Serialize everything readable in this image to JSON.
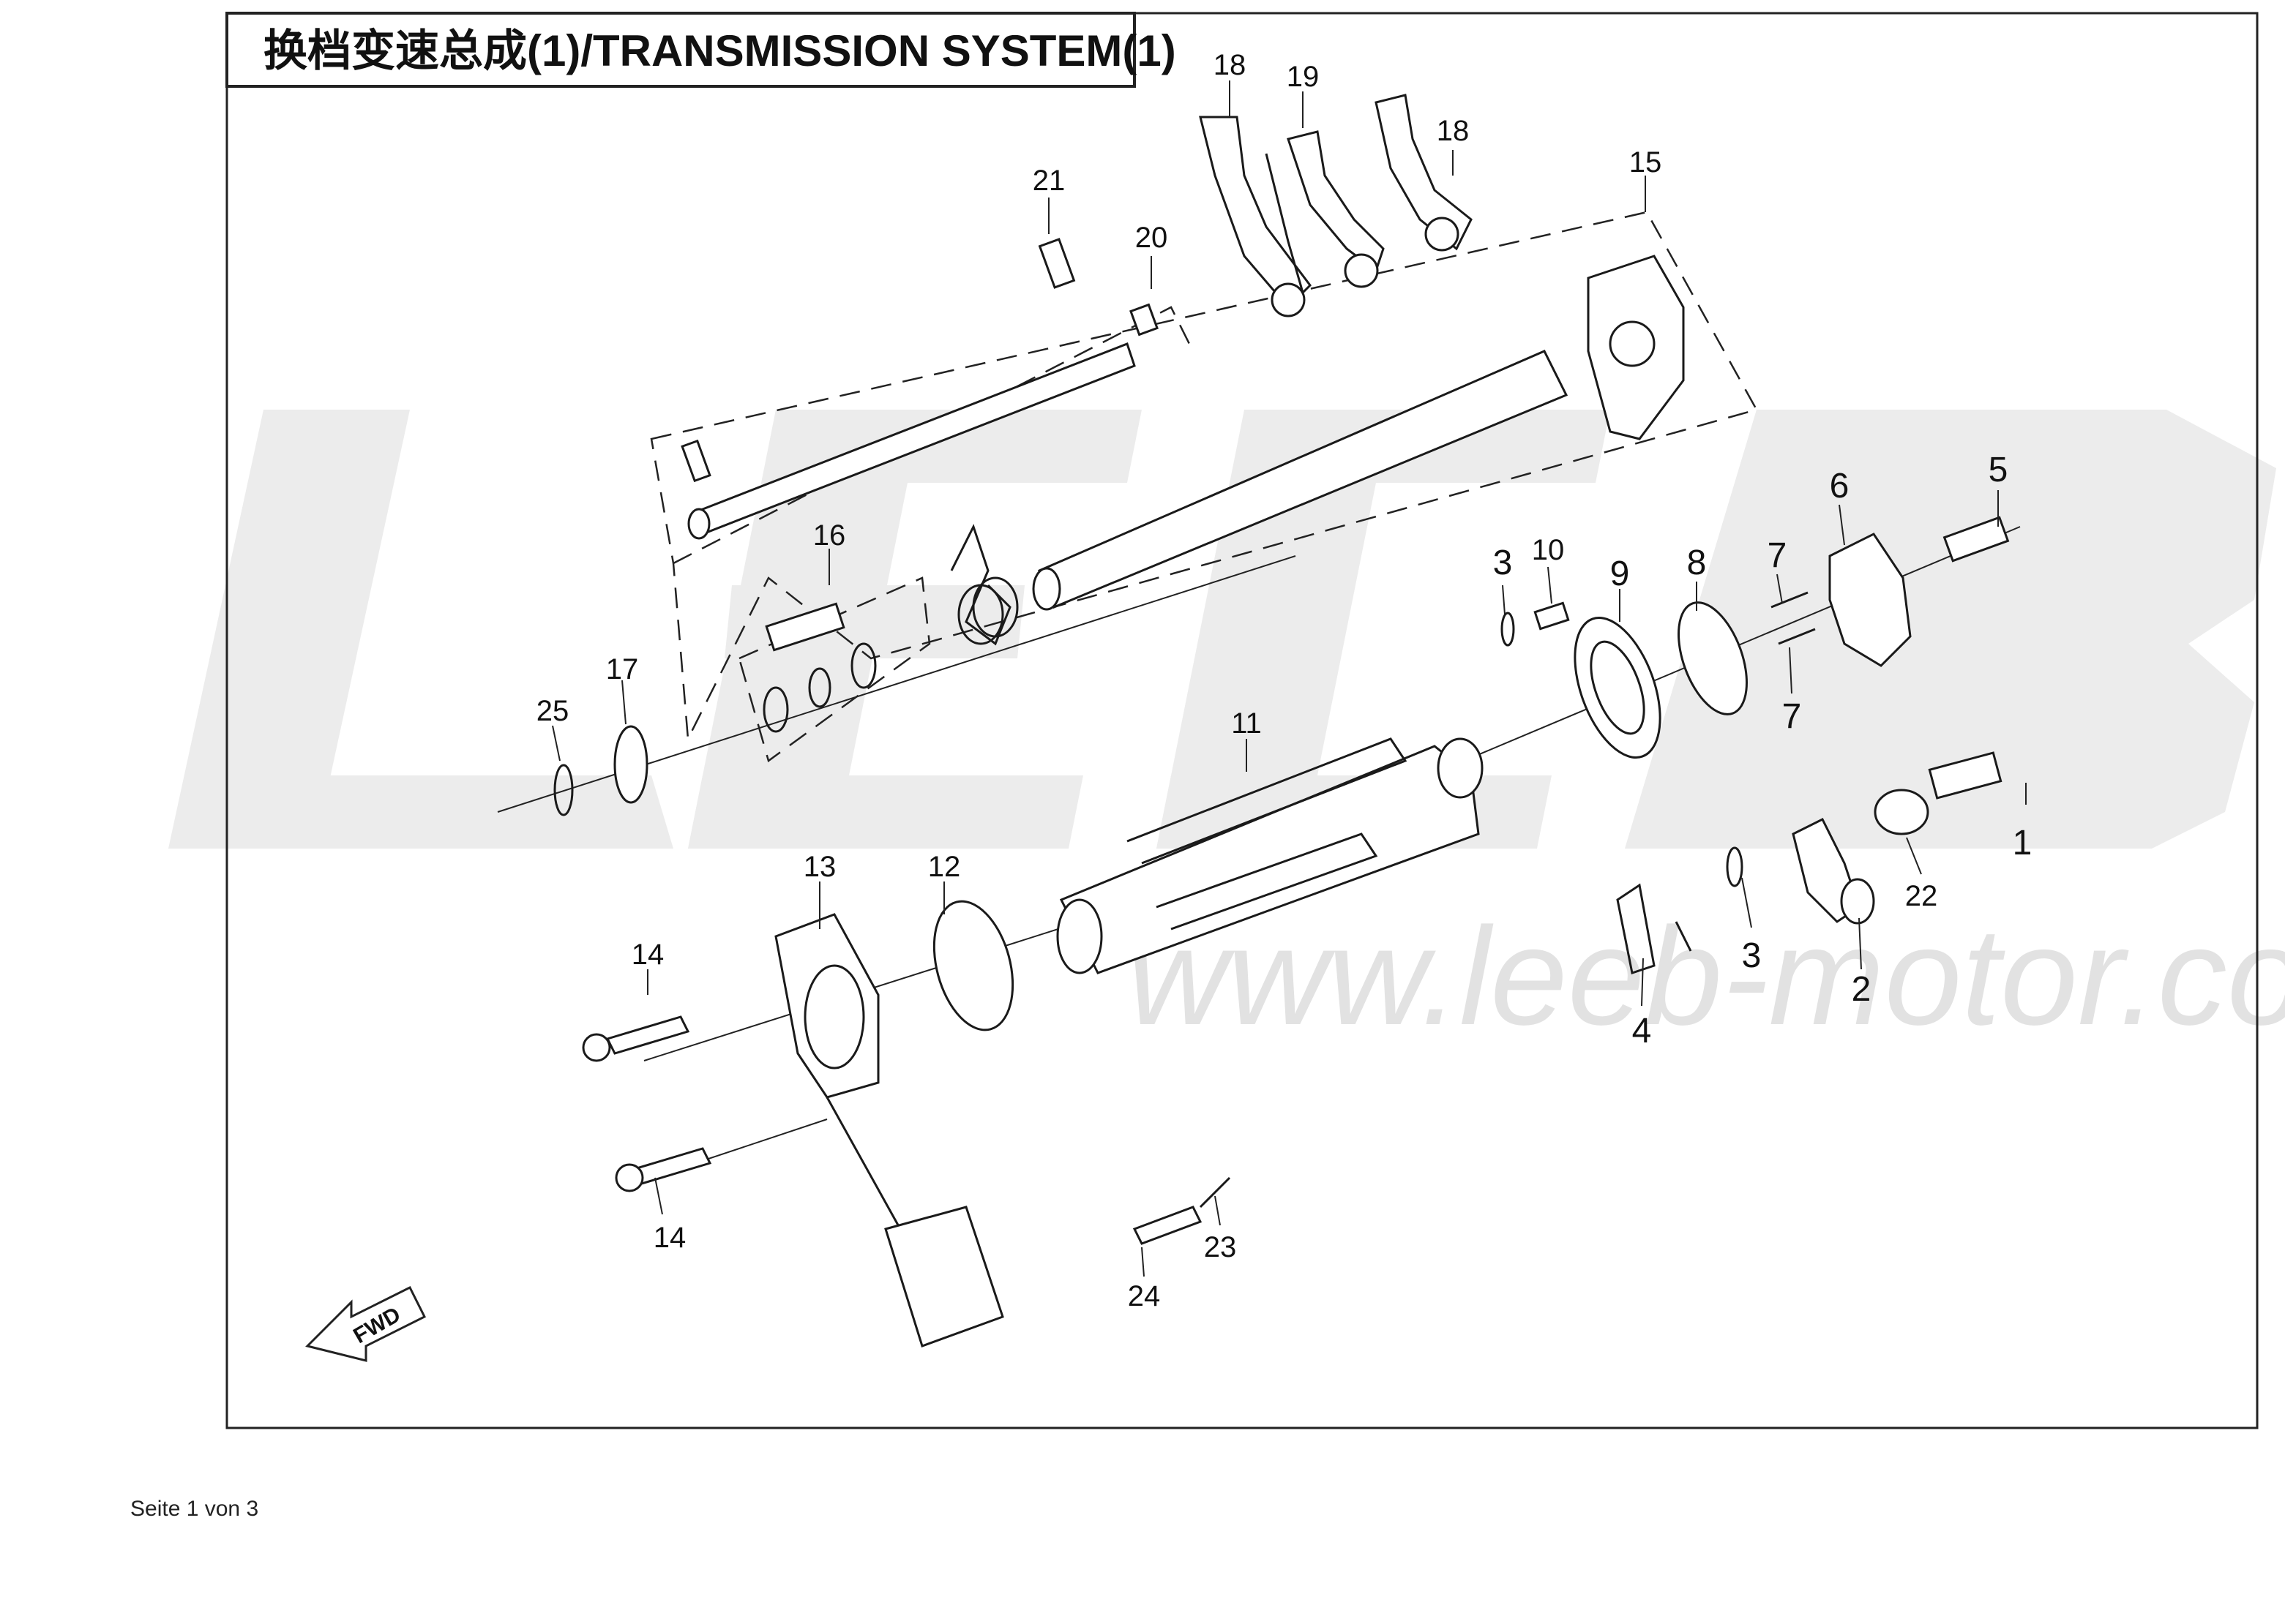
{
  "title": "换档变速总成(1)/TRANSMISSION  SYSTEM(1)",
  "watermark": {
    "logo": "LEEB",
    "url": "www.leeb-motor.com"
  },
  "fwd_label": "FWD",
  "footer": "Seite 1 von 3",
  "callouts": [
    "1",
    "2",
    "3",
    "3",
    "4",
    "5",
    "6",
    "7",
    "7",
    "8",
    "9",
    "10",
    "11",
    "12",
    "13",
    "14",
    "14",
    "15",
    "16",
    "17",
    "18",
    "18",
    "19",
    "20",
    "21",
    "22",
    "23",
    "24",
    "25"
  ],
  "colors": {
    "line": "#1a1a1a",
    "watermark": "#e2e2e2",
    "background": "#ffffff"
  }
}
